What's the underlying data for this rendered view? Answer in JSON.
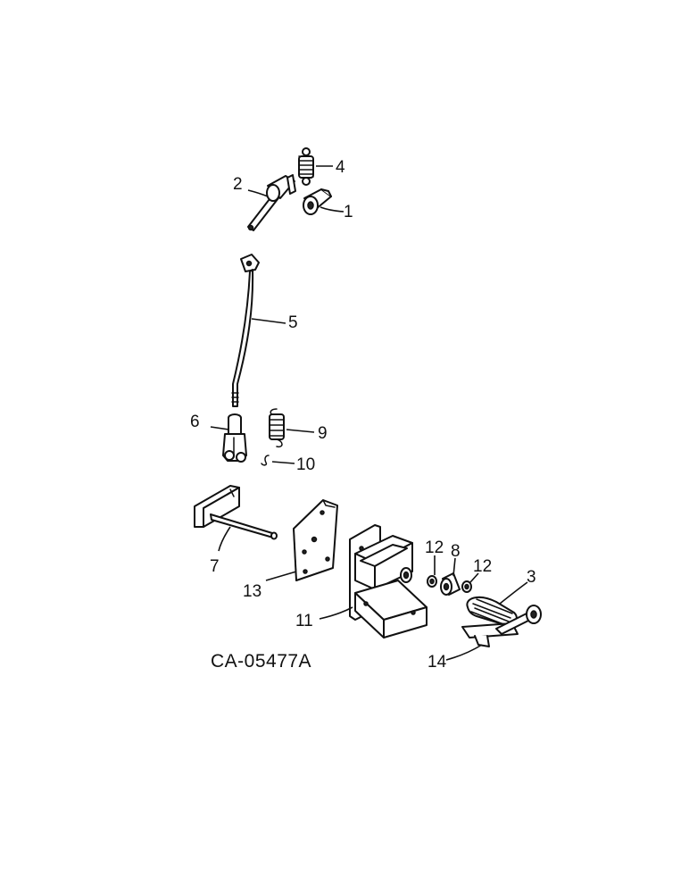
{
  "drawing_code": "CA-05477A",
  "callouts": {
    "c1": "1",
    "c2": "2",
    "c3": "3",
    "c4": "4",
    "c5": "5",
    "c6": "6",
    "c7": "7",
    "c8": "8",
    "c9": "9",
    "c10": "10",
    "c11": "11",
    "c12a": "12",
    "c12b": "12",
    "c13": "13",
    "c14": "14"
  }
}
